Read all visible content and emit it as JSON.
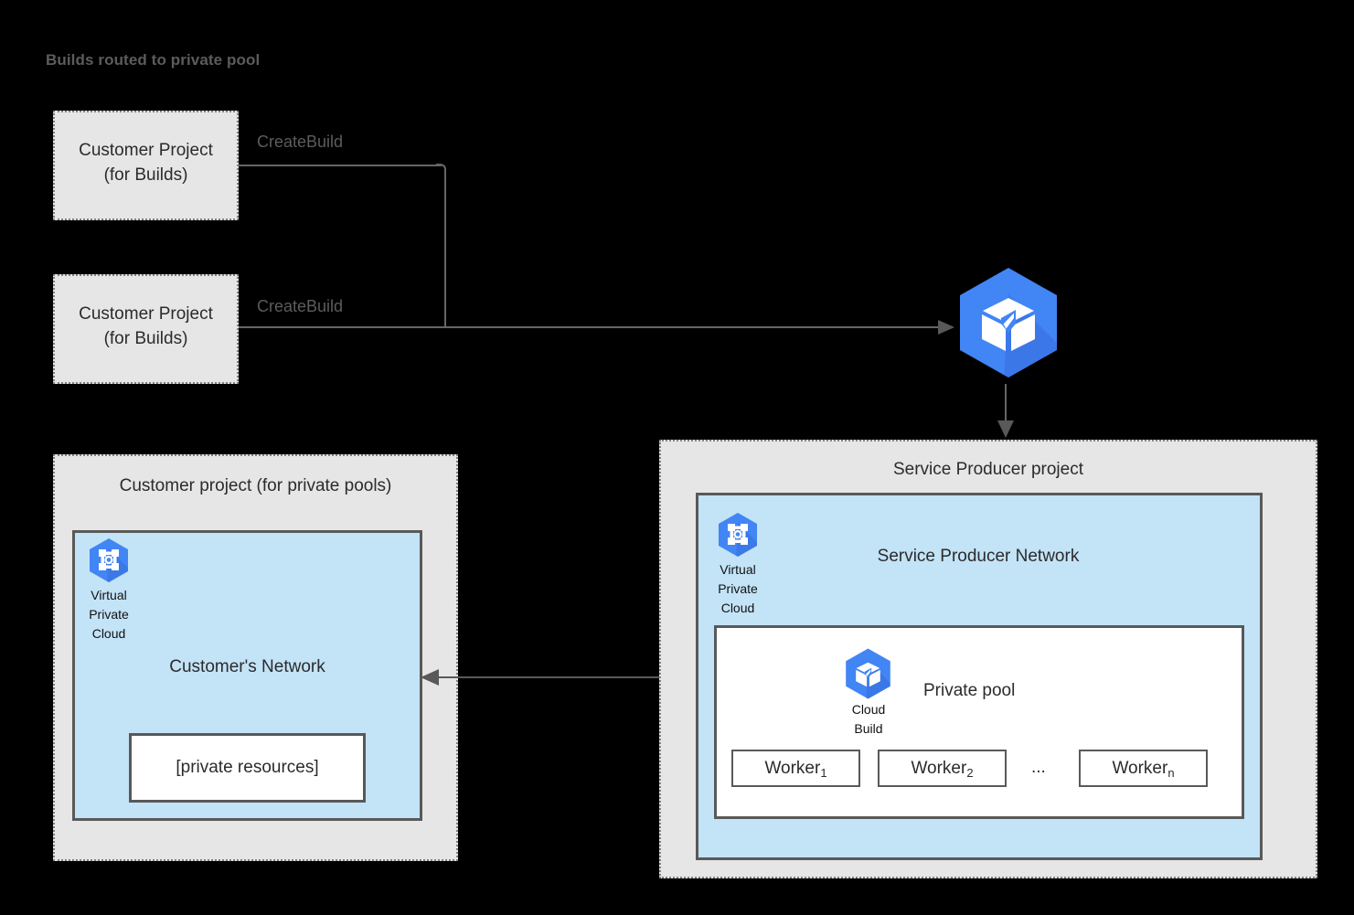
{
  "title": "Builds routed to private pool",
  "colors": {
    "background": "#000000",
    "project_box_fill": "#e6e6e6",
    "project_box_border": "#808080",
    "network_fill": "#c3e3f7",
    "network_border": "#595959",
    "line": "#666666",
    "gcp_blue": "#4285f4",
    "gcp_blue_shadow": "#3367d6",
    "text_dark": "#2b2b2b",
    "title_gray": "#5c5c5c"
  },
  "customer_build_projects": [
    {
      "label": "Customer Project\n(for Builds)",
      "connector_label": "CreateBuild"
    },
    {
      "label": "Customer Project\n(for Builds)",
      "connector_label": "CreateBuild"
    }
  ],
  "cloud_build_service": {
    "icon": "cloud-build-icon"
  },
  "customer_project": {
    "title": "Customer project (for private pools)",
    "network_title": "Customer's Network",
    "vpc_icon_caption": "Virtual\nPrivate\nCloud",
    "vpc_icon": "virtual-private-cloud-icon",
    "private_resources_label": "[private resources]"
  },
  "service_producer_project": {
    "title": "Service Producer project",
    "network_title": "Service Producer Network",
    "vpc_icon_caption": "Virtual\nPrivate\nCloud",
    "vpc_icon": "virtual-private-cloud-icon",
    "private_pool": {
      "title": "Private pool",
      "cloud_build_icon": "cloud-build-icon",
      "cloud_build_caption": "Cloud\nBuild",
      "workers": [
        {
          "name": "Worker",
          "subscript": "1"
        },
        {
          "name": "Worker",
          "subscript": "2"
        },
        {
          "name": "Worker",
          "subscript": "n"
        }
      ],
      "ellipsis": "..."
    }
  },
  "connectors": {
    "peering_arrow": "bidirectional-peering-arrow",
    "routing_arrow": "cloud-build-to-producer-arrow"
  }
}
